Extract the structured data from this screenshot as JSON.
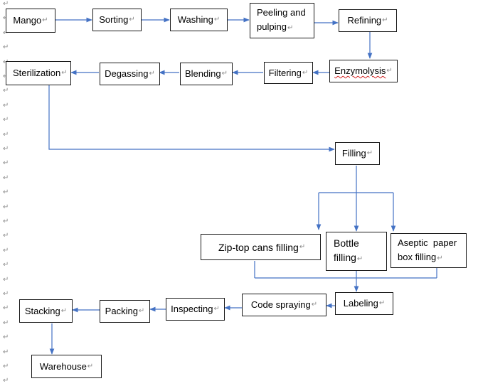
{
  "paragraph_mark": "↵",
  "colors": {
    "arrow": "#4472c4",
    "border": "#1a1a1a",
    "mark": "#8a8a8a",
    "spell": "#d02020"
  },
  "steps": {
    "mango": "Mango",
    "sorting": "Sorting",
    "washing": "Washing",
    "peeling_line1": "Peeling and",
    "peeling_line2": "pulping",
    "refining": "Refining",
    "enzymolysis": "Enzymolysis",
    "filtering": "Filtering",
    "blending": "Blending",
    "degassing": "Degassing",
    "sterilization": "Sterilization",
    "filling": "Filling",
    "zip_top": "Zip-top cans filling",
    "bottle_line1": "Bottle",
    "bottle_line2": "filling",
    "aseptic_line1": "Aseptic  paper",
    "aseptic_line2": "box filling",
    "labeling": "Labeling",
    "code_spraying": "Code spraying",
    "inspecting": "Inspecting",
    "packing": "Packing",
    "stacking": "Stacking",
    "warehouse": "Warehouse"
  }
}
